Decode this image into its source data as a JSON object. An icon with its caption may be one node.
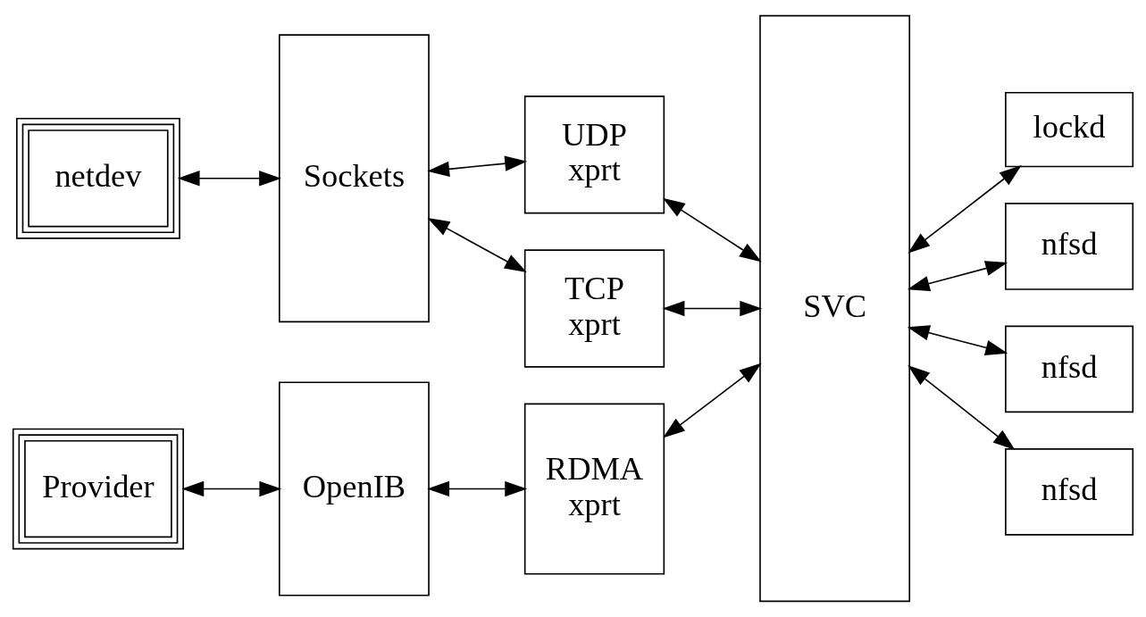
{
  "diagram": {
    "nodes": [
      {
        "text": [
          "netdev"
        ]
      },
      {
        "text": [
          "Provider"
        ]
      },
      {
        "text": [
          "Sockets"
        ]
      },
      {
        "text": [
          "OpenIB"
        ]
      },
      {
        "text": [
          "UDP xprt"
        ]
      },
      {
        "text": [
          "TCP xprt"
        ]
      },
      {
        "text": [
          "RDMA xprt"
        ]
      },
      {
        "text": [
          "SVC"
        ]
      },
      {
        "text": [
          "lockd"
        ]
      },
      {
        "text": [
          "nfsd"
        ]
      },
      {
        "text": [
          "nfsd"
        ]
      },
      {
        "text": [
          "nfsd"
        ]
      }
    ],
    "edges": [
      {
        "from": 0,
        "to": 2,
        "arrow": "both"
      },
      {
        "from": 1,
        "to": 3,
        "arrow": "both"
      },
      {
        "from": 2,
        "to": 4,
        "arrow": "both"
      },
      {
        "from": 2,
        "to": 5,
        "arrow": "both"
      },
      {
        "from": 3,
        "to": 6,
        "arrow": "both"
      },
      {
        "from": 4,
        "to": 7,
        "arrow": "both"
      },
      {
        "from": 5,
        "to": 7,
        "arrow": "both"
      },
      {
        "from": 6,
        "to": 7,
        "arrow": "both"
      },
      {
        "from": 7,
        "to": 8,
        "arrow": "both"
      },
      {
        "from": 7,
        "to": 9,
        "arrow": "both"
      },
      {
        "from": 7,
        "to": 10,
        "arrow": "both"
      },
      {
        "from": 7,
        "to": 11,
        "arrow": "both"
      }
    ]
  }
}
